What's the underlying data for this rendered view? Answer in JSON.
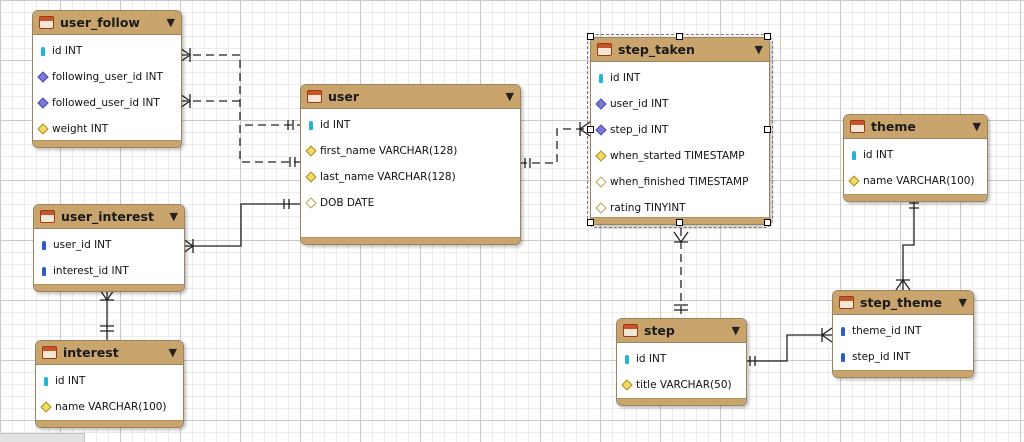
{
  "tables": {
    "user_follow": {
      "name": "user_follow",
      "rows": [
        {
          "icon": "primary-key",
          "text": "id INT"
        },
        {
          "icon": "foreign-key",
          "text": "following_user_id INT"
        },
        {
          "icon": "foreign-key",
          "text": "followed_user_id INT"
        },
        {
          "icon": "not-null-column",
          "text": "weight INT"
        }
      ]
    },
    "user": {
      "name": "user",
      "rows": [
        {
          "icon": "primary-key",
          "text": "id INT"
        },
        {
          "icon": "not-null-column",
          "text": "first_name VARCHAR(128)"
        },
        {
          "icon": "not-null-column",
          "text": "last_name VARCHAR(128)"
        },
        {
          "icon": "nullable-column",
          "text": "DOB DATE"
        }
      ]
    },
    "user_interest": {
      "name": "user_interest",
      "rows": [
        {
          "icon": "primary-foreign-key",
          "text": "user_id INT"
        },
        {
          "icon": "primary-foreign-key",
          "text": "interest_id INT"
        }
      ]
    },
    "interest": {
      "name": "interest",
      "rows": [
        {
          "icon": "primary-key",
          "text": "id INT"
        },
        {
          "icon": "not-null-column",
          "text": "name VARCHAR(100)"
        }
      ]
    },
    "step_taken": {
      "name": "step_taken",
      "rows": [
        {
          "icon": "primary-key",
          "text": "id INT"
        },
        {
          "icon": "foreign-key",
          "text": "user_id INT"
        },
        {
          "icon": "foreign-key",
          "text": "step_id INT"
        },
        {
          "icon": "not-null-column",
          "text": "when_started TIMESTAMP"
        },
        {
          "icon": "nullable-column",
          "text": "when_finished TIMESTAMP"
        },
        {
          "icon": "nullable-column",
          "text": "rating TINYINT"
        }
      ]
    },
    "theme": {
      "name": "theme",
      "rows": [
        {
          "icon": "primary-key",
          "text": "id INT"
        },
        {
          "icon": "not-null-column",
          "text": "name VARCHAR(100)"
        }
      ]
    },
    "step_theme": {
      "name": "step_theme",
      "rows": [
        {
          "icon": "primary-foreign-key",
          "text": "theme_id INT"
        },
        {
          "icon": "primary-foreign-key",
          "text": "step_id INT"
        }
      ]
    },
    "step": {
      "name": "step",
      "rows": [
        {
          "icon": "primary-key",
          "text": "id INT"
        },
        {
          "icon": "not-null-column",
          "text": "title VARCHAR(50)"
        }
      ]
    }
  },
  "collapse_glyph": "▼",
  "colors": {
    "header": "#c9a46c",
    "border": "#9a8460",
    "relationship_line": "#222222"
  },
  "selected_table": "step_taken"
}
